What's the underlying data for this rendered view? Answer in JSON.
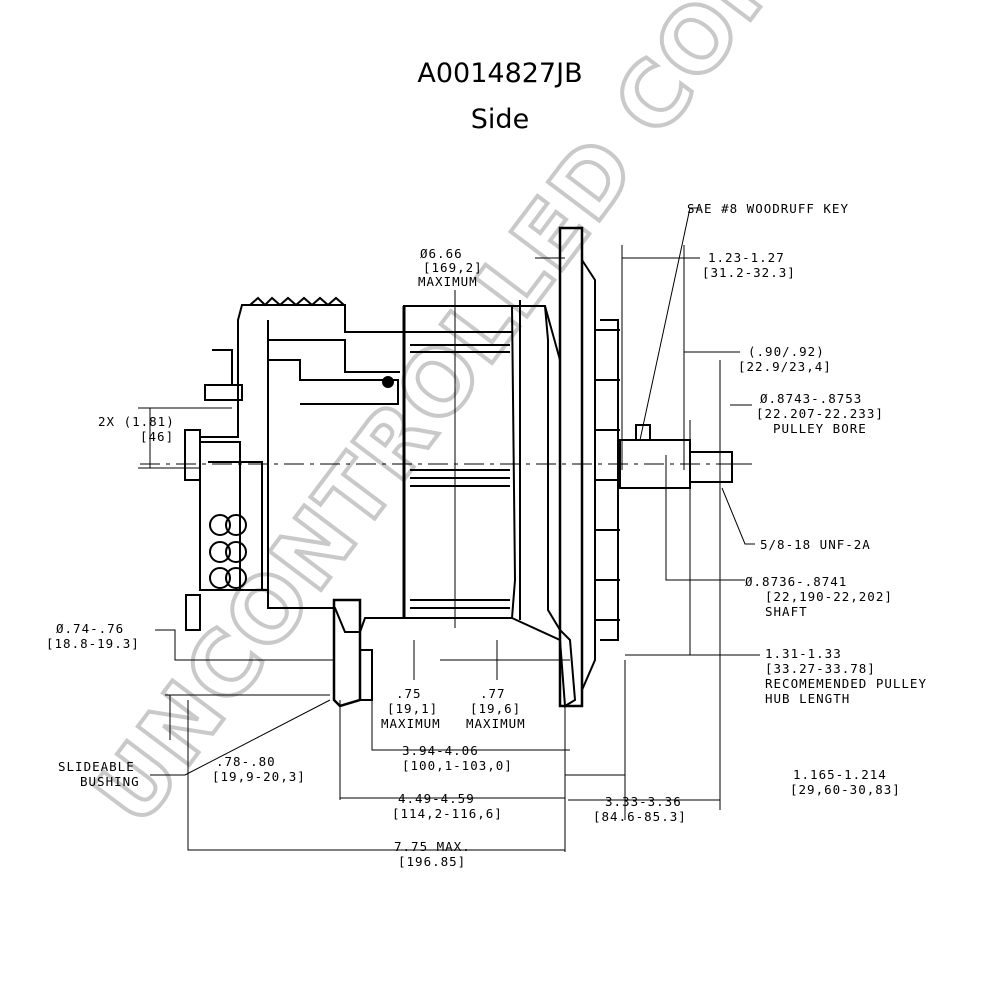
{
  "header": {
    "part_number": "A0014827JB",
    "view": "Side"
  },
  "watermark": "UNCONTROLLED COPY",
  "labels": {
    "woodruff_key": "SAE #8 WOODRUFF KEY",
    "diameter_max": "Ø6.66",
    "diameter_max_mm": "[169,2]",
    "diameter_max_note": "MAXIMUM",
    "key_position": "1.23-1.27",
    "key_position_mm": "[31.2-32.3]",
    "key_length": "(.90/.92)",
    "key_length_mm": "[22.9/23,4]",
    "pulley_bore": "Ø.8743-.8753",
    "pulley_bore_mm": "[22.207-22.233]",
    "pulley_bore_note": "PULLEY BORE",
    "terminal_spacing": "2X (1.81)",
    "terminal_spacing_mm": "[46]",
    "thread": "5/8-18 UNF-2A",
    "shaft": "Ø.8736-.8741",
    "shaft_mm": "[22,190-22,202]",
    "shaft_note": "SHAFT",
    "bushing_dia": "Ø.74-.76",
    "bushing_dia_mm": "[18.8-19.3]",
    "hub_length": "1.31-1.33",
    "hub_length_mm": "[33.27-33.78]",
    "hub_note_1": "RECOMEMENDED PULLEY",
    "hub_note_2": "HUB LENGTH",
    "ear_left": ".75",
    "ear_left_mm": "[19,1]",
    "ear_left_note": "MAXIMUM",
    "ear_right": ".77",
    "ear_right_mm": "[19,6]",
    "ear_right_note": "MAXIMUM",
    "slideable_1": "SLIDEABLE",
    "slideable_2": "BUSHING",
    "bushing_len": ".78-.80",
    "bushing_len_mm": "[19,9-20,3]",
    "mount_a": "3.94-4.06",
    "mount_a_mm": "[100,1-103,0]",
    "mount_b": "4.49-4.59",
    "mount_b_mm": "[114,2-116,6]",
    "hub_offset": "1.165-1.214",
    "hub_offset_mm": "[29,60-30,83]",
    "ear_to_pulley": "3.33-3.36",
    "ear_to_pulley_mm": "[84.6-85.3]",
    "overall": "7.75 MAX.",
    "overall_mm": "[196.85]"
  }
}
